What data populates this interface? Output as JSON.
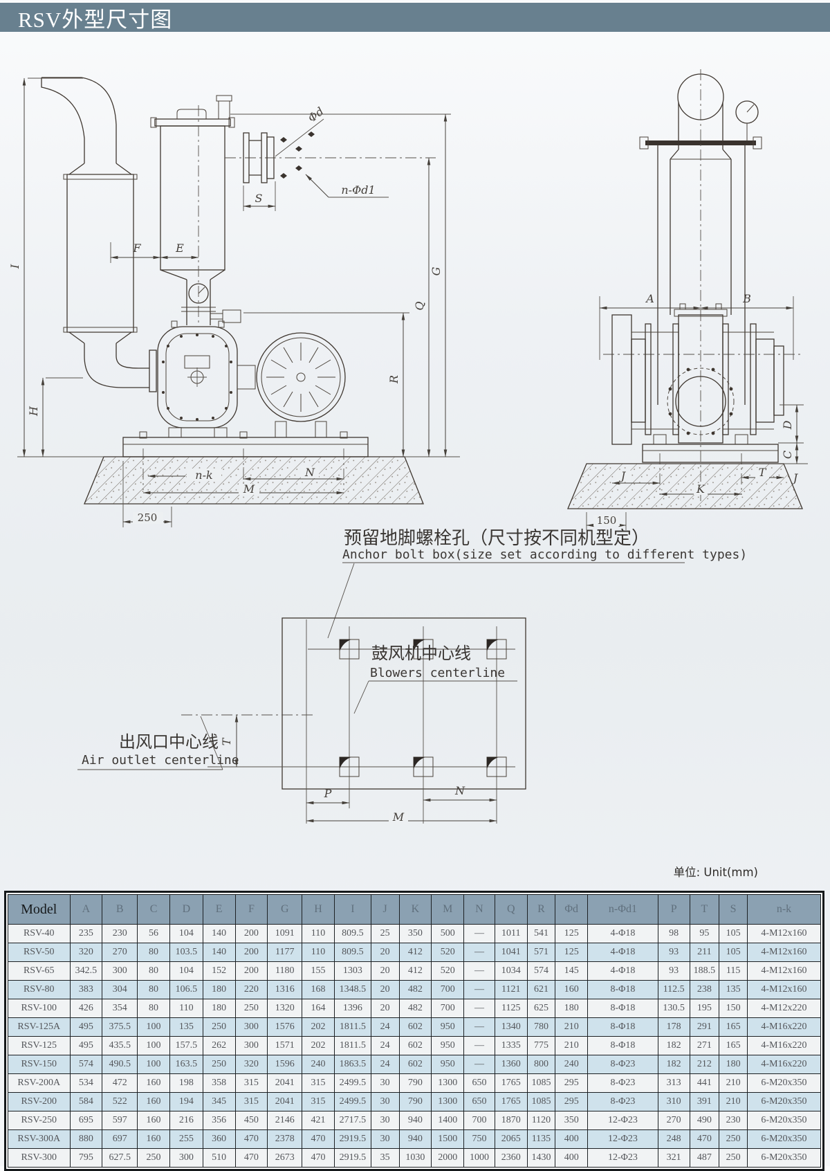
{
  "page": {
    "title": "RSV外型尺寸图",
    "unit_label": "单位: Unit(mm)"
  },
  "front_view": {
    "dims": {
      "I": "I",
      "H": "H",
      "F": "F",
      "E": "E",
      "G": "G",
      "Q": "Q",
      "R": "R",
      "S": "S",
      "phid": "Φd",
      "nphid1": "n-Φd1",
      "nk": "n-k",
      "M": "M",
      "N": "N",
      "d250": "250"
    }
  },
  "side_view": {
    "dims": {
      "A": "A",
      "B": "B",
      "C": "C",
      "D": "D",
      "J1": "J",
      "J2": "J",
      "K": "K",
      "T": "T",
      "d150": "150"
    }
  },
  "anchor_plan": {
    "title_zh": "预留地脚螺栓孔（尺寸按不同机型定）",
    "title_en": "Anchor bolt box(size set according to different types)",
    "blower_cl_zh": "鼓风机中心线",
    "blower_cl_en": "Blowers centerline",
    "outlet_cl_zh": "出风口中心线",
    "outlet_cl_en": "Air outlet centerline",
    "dims": {
      "T": "T",
      "P": "P",
      "N": "N",
      "M": "M"
    }
  },
  "table": {
    "headers": [
      "Model",
      "A",
      "B",
      "C",
      "D",
      "E",
      "F",
      "G",
      "H",
      "I",
      "J",
      "K",
      "M",
      "N",
      "Q",
      "R",
      "Φd",
      "n-Φd1",
      "P",
      "T",
      "S",
      "n-k"
    ],
    "rows": [
      {
        "model": "RSV-40",
        "values": [
          "235",
          "230",
          "56",
          "104",
          "140",
          "200",
          "1091",
          "110",
          "809.5",
          "25",
          "350",
          "500",
          "—",
          "1011",
          "541",
          "125",
          "4-Φ18",
          "98",
          "95",
          "105",
          "4-M12x160"
        ]
      },
      {
        "model": "RSV-50",
        "values": [
          "320",
          "270",
          "80",
          "103.5",
          "140",
          "200",
          "1177",
          "110",
          "809.5",
          "20",
          "412",
          "520",
          "—",
          "1041",
          "571",
          "125",
          "4-Φ18",
          "93",
          "211",
          "105",
          "4-M12x160"
        ]
      },
      {
        "model": "RSV-65",
        "values": [
          "342.5",
          "300",
          "80",
          "104",
          "152",
          "200",
          "1180",
          "155",
          "1303",
          "20",
          "412",
          "520",
          "—",
          "1034",
          "574",
          "145",
          "4-Φ18",
          "93",
          "188.5",
          "115",
          "4-M12x160"
        ]
      },
      {
        "model": "RSV-80",
        "values": [
          "383",
          "304",
          "80",
          "106.5",
          "180",
          "220",
          "1316",
          "168",
          "1348.5",
          "20",
          "482",
          "700",
          "—",
          "1121",
          "621",
          "160",
          "8-Φ18",
          "112.5",
          "238",
          "135",
          "4-M12x160"
        ]
      },
      {
        "model": "RSV-100",
        "values": [
          "426",
          "354",
          "80",
          "110",
          "180",
          "250",
          "1320",
          "164",
          "1396",
          "20",
          "482",
          "700",
          "—",
          "1125",
          "625",
          "180",
          "8-Φ18",
          "130.5",
          "195",
          "150",
          "4-M12x220"
        ]
      },
      {
        "model": "RSV-125A",
        "values": [
          "495",
          "375.5",
          "100",
          "135",
          "250",
          "300",
          "1576",
          "202",
          "1811.5",
          "24",
          "602",
          "950",
          "—",
          "1340",
          "780",
          "210",
          "8-Φ18",
          "178",
          "291",
          "165",
          "4-M16x220"
        ]
      },
      {
        "model": "RSV-125",
        "values": [
          "495",
          "435.5",
          "100",
          "157.5",
          "262",
          "300",
          "1571",
          "202",
          "1811.5",
          "24",
          "602",
          "950",
          "—",
          "1335",
          "775",
          "210",
          "8-Φ18",
          "182",
          "271",
          "165",
          "4-M16x220"
        ]
      },
      {
        "model": "RSV-150",
        "values": [
          "574",
          "490.5",
          "100",
          "163.5",
          "250",
          "320",
          "1596",
          "240",
          "1863.5",
          "24",
          "602",
          "950",
          "—",
          "1360",
          "800",
          "240",
          "8-Φ23",
          "182",
          "212",
          "180",
          "4-M16x220"
        ]
      },
      {
        "model": "RSV-200A",
        "values": [
          "534",
          "472",
          "160",
          "198",
          "358",
          "315",
          "2041",
          "315",
          "2499.5",
          "30",
          "790",
          "1300",
          "650",
          "1765",
          "1085",
          "295",
          "8-Φ23",
          "313",
          "441",
          "210",
          "6-M20x350"
        ]
      },
      {
        "model": "RSV-200",
        "values": [
          "584",
          "522",
          "160",
          "194",
          "345",
          "315",
          "2041",
          "315",
          "2499.5",
          "30",
          "790",
          "1300",
          "650",
          "1765",
          "1085",
          "295",
          "8-Φ23",
          "310",
          "391",
          "210",
          "6-M20x350"
        ]
      },
      {
        "model": "RSV-250",
        "values": [
          "695",
          "597",
          "160",
          "216",
          "356",
          "450",
          "2146",
          "421",
          "2717.5",
          "30",
          "940",
          "1400",
          "700",
          "1870",
          "1120",
          "350",
          "12-Φ23",
          "270",
          "490",
          "230",
          "6-M20x350"
        ]
      },
      {
        "model": "RSV-300A",
        "values": [
          "880",
          "697",
          "160",
          "255",
          "360",
          "470",
          "2378",
          "470",
          "2919.5",
          "30",
          "940",
          "1500",
          "750",
          "2065",
          "1135",
          "400",
          "12-Φ23",
          "248",
          "470",
          "250",
          "6-M20x350"
        ]
      },
      {
        "model": "RSV-300",
        "values": [
          "795",
          "627.5",
          "250",
          "300",
          "510",
          "470",
          "2673",
          "470",
          "2919.5",
          "35",
          "1030",
          "2000",
          "1000",
          "2360",
          "1430",
          "400",
          "12-Φ23",
          "321",
          "487",
          "250",
          "6-M20x350"
        ]
      }
    ]
  }
}
